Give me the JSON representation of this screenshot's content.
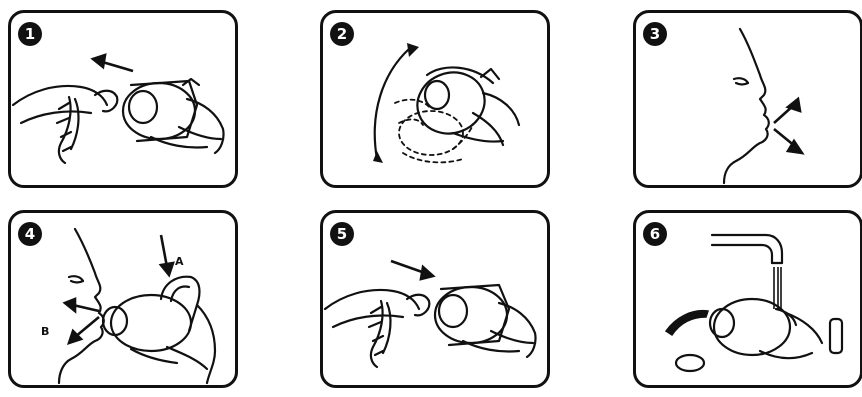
{
  "steps": [
    {
      "number": "1"
    },
    {
      "number": "2"
    },
    {
      "number": "3"
    },
    {
      "number": "4",
      "labels": {
        "a": "A",
        "b": "B"
      }
    },
    {
      "number": "5"
    },
    {
      "number": "6"
    }
  ]
}
